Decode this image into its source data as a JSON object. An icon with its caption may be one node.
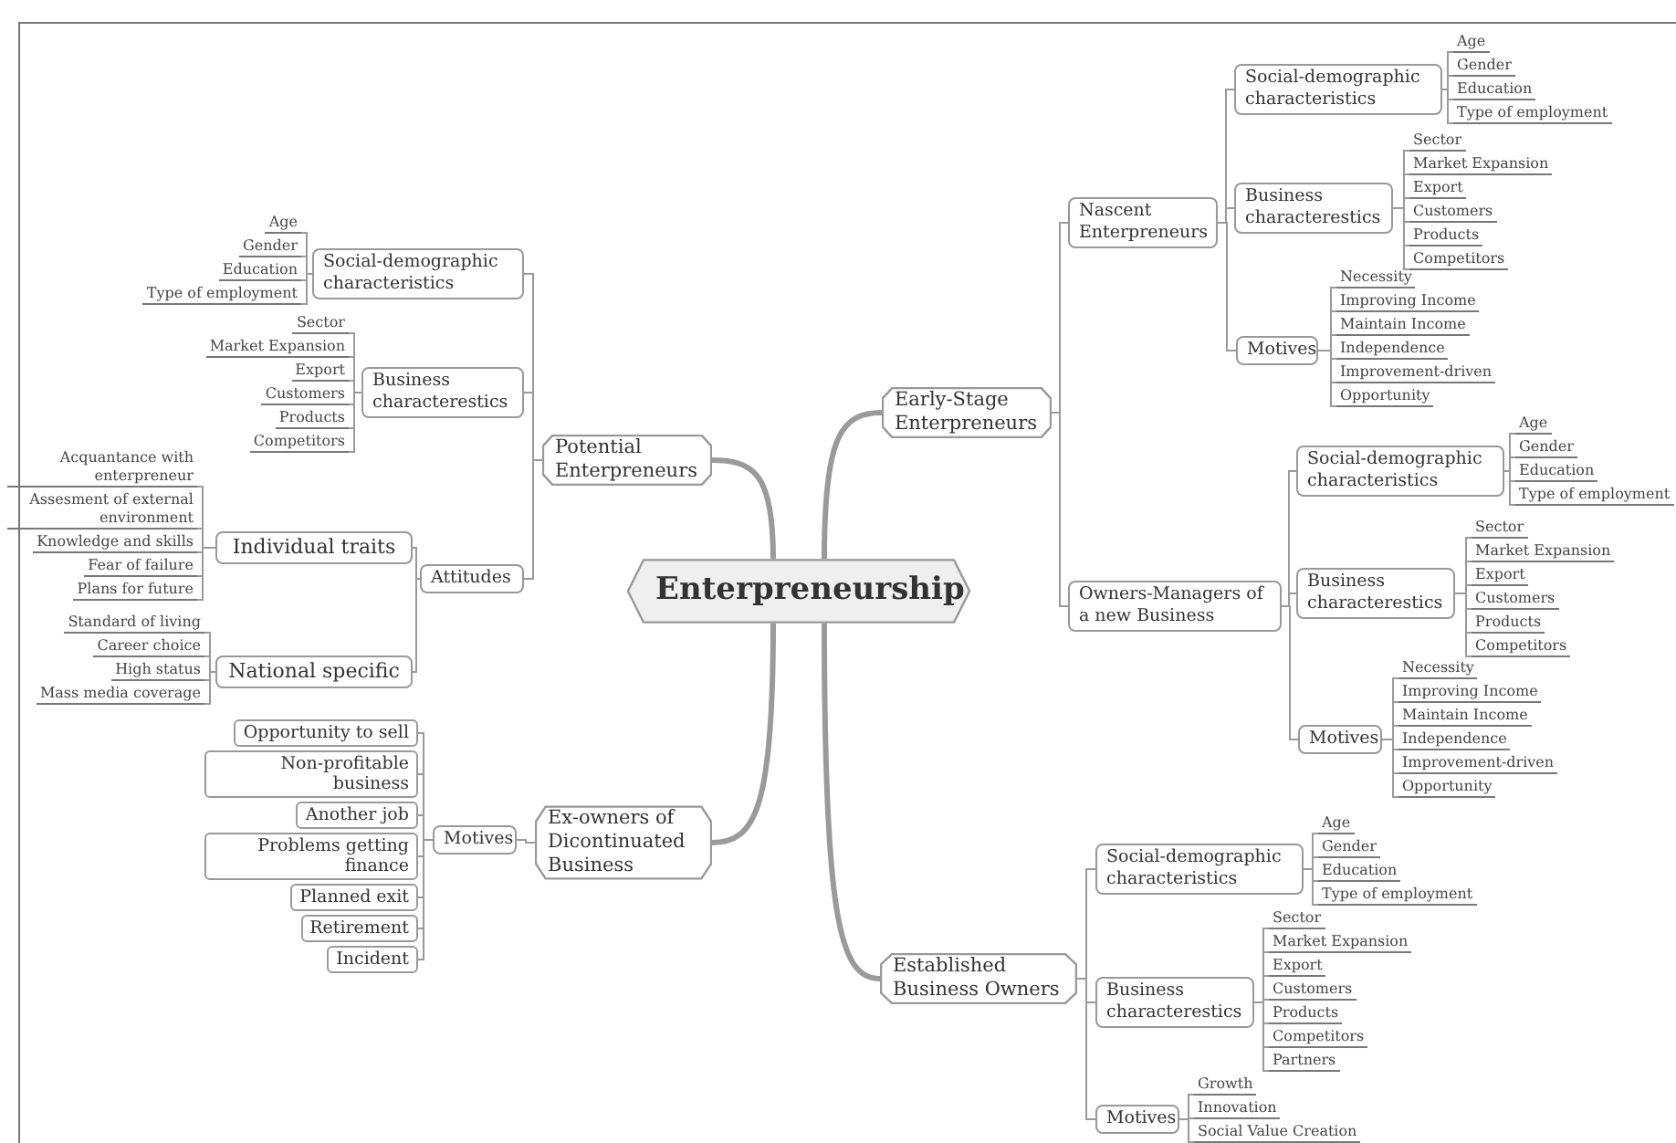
{
  "diagram": {
    "nodes": [
      {
        "text": [
          "Enterpreneurship"
        ]
      },
      {
        "text": [
          "Potential Enterpreneurs"
        ]
      },
      {
        "text": [
          "Social-demographic characteristics"
        ]
      },
      {
        "text": [
          "Age"
        ]
      },
      {
        "text": [
          "Gender"
        ]
      },
      {
        "text": [
          "Education"
        ]
      },
      {
        "text": [
          "Type of employment"
        ]
      },
      {
        "text": [
          "Business characterestics"
        ]
      },
      {
        "text": [
          "Sector"
        ]
      },
      {
        "text": [
          "Market Expansion"
        ]
      },
      {
        "text": [
          "Export"
        ]
      },
      {
        "text": [
          "Customers"
        ]
      },
      {
        "text": [
          "Products"
        ]
      },
      {
        "text": [
          "Competitors"
        ]
      },
      {
        "text": [
          "Attitudes"
        ]
      },
      {
        "text": [
          "Individual traits"
        ]
      },
      {
        "text": [
          "Acquantance with enterpreneur"
        ]
      },
      {
        "text": [
          "Assesment of external environment"
        ]
      },
      {
        "text": [
          "Knowledge and skills"
        ]
      },
      {
        "text": [
          "Fear of failure"
        ]
      },
      {
        "text": [
          "Plans for future"
        ]
      },
      {
        "text": [
          "National specific"
        ]
      },
      {
        "text": [
          "Standard of living"
        ]
      },
      {
        "text": [
          "Career choice"
        ]
      },
      {
        "text": [
          "High status"
        ]
      },
      {
        "text": [
          "Mass media coverage"
        ]
      },
      {
        "text": [
          "Ex-owners of Dicontinuated Business"
        ]
      },
      {
        "text": [
          "Motives"
        ]
      },
      {
        "text": [
          "Opportunity to sell"
        ]
      },
      {
        "text": [
          "Non-profitable business"
        ]
      },
      {
        "text": [
          "Another job"
        ]
      },
      {
        "text": [
          "Problems getting finance"
        ]
      },
      {
        "text": [
          "Planned exit"
        ]
      },
      {
        "text": [
          "Retirement"
        ]
      },
      {
        "text": [
          "Incident"
        ]
      },
      {
        "text": [
          "Early-Stage Enterpreneurs"
        ]
      },
      {
        "text": [
          "Nascent Enterpreneurs"
        ]
      },
      {
        "text": [
          "Social-demographic characteristics"
        ]
      },
      {
        "text": [
          "Age"
        ]
      },
      {
        "text": [
          "Gender"
        ]
      },
      {
        "text": [
          "Education"
        ]
      },
      {
        "text": [
          "Type of employment"
        ]
      },
      {
        "text": [
          "Business characterestics"
        ]
      },
      {
        "text": [
          "Sector"
        ]
      },
      {
        "text": [
          "Market Expansion"
        ]
      },
      {
        "text": [
          "Export"
        ]
      },
      {
        "text": [
          "Customers"
        ]
      },
      {
        "text": [
          "Products"
        ]
      },
      {
        "text": [
          "Competitors"
        ]
      },
      {
        "text": [
          "Motives"
        ]
      },
      {
        "text": [
          "Necessity"
        ]
      },
      {
        "text": [
          "Improving Income"
        ]
      },
      {
        "text": [
          "Maintain Income"
        ]
      },
      {
        "text": [
          "Independence"
        ]
      },
      {
        "text": [
          "Improvement-driven"
        ]
      },
      {
        "text": [
          "Opportunity"
        ]
      },
      {
        "text": [
          "Owners-Managers of a new Business"
        ]
      },
      {
        "text": [
          "Social-demographic characteristics"
        ]
      },
      {
        "text": [
          "Age"
        ]
      },
      {
        "text": [
          "Gender"
        ]
      },
      {
        "text": [
          "Education"
        ]
      },
      {
        "text": [
          "Type of employment"
        ]
      },
      {
        "text": [
          "Business characterestics"
        ]
      },
      {
        "text": [
          "Sector"
        ]
      },
      {
        "text": [
          "Market Expansion"
        ]
      },
      {
        "text": [
          "Export"
        ]
      },
      {
        "text": [
          "Customers"
        ]
      },
      {
        "text": [
          "Products"
        ]
      },
      {
        "text": [
          "Competitors"
        ]
      },
      {
        "text": [
          "Motives"
        ]
      },
      {
        "text": [
          "Necessity"
        ]
      },
      {
        "text": [
          "Improving Income"
        ]
      },
      {
        "text": [
          "Maintain Income"
        ]
      },
      {
        "text": [
          "Independence"
        ]
      },
      {
        "text": [
          "Improvement-driven"
        ]
      },
      {
        "text": [
          "Opportunity"
        ]
      },
      {
        "text": [
          "Established Business Owners"
        ]
      },
      {
        "text": [
          "Social-demographic characteristics"
        ]
      },
      {
        "text": [
          "Age"
        ]
      },
      {
        "text": [
          "Gender"
        ]
      },
      {
        "text": [
          "Education"
        ]
      },
      {
        "text": [
          "Type of employment"
        ]
      },
      {
        "text": [
          "Business characterestics"
        ]
      },
      {
        "text": [
          "Sector"
        ]
      },
      {
        "text": [
          "Market Expansion"
        ]
      },
      {
        "text": [
          "Export"
        ]
      },
      {
        "text": [
          "Customers"
        ]
      },
      {
        "text": [
          "Products"
        ]
      },
      {
        "text": [
          "Competitors"
        ]
      },
      {
        "text": [
          "Partners"
        ]
      },
      {
        "text": [
          "Motives"
        ]
      },
      {
        "text": [
          "Growth"
        ]
      },
      {
        "text": [
          "Innovation"
        ]
      },
      {
        "text": [
          "Social Value Creation"
        ]
      }
    ],
    "edges": [
      {
        "from": 0,
        "to": 1,
        "arrow": "none",
        "style": "thick"
      },
      {
        "from": 1,
        "to": 2,
        "arrow": "none"
      },
      {
        "from": 2,
        "to": 3,
        "arrow": "none"
      },
      {
        "from": 2,
        "to": 4,
        "arrow": "none"
      },
      {
        "from": 2,
        "to": 5,
        "arrow": "none"
      },
      {
        "from": 2,
        "to": 6,
        "arrow": "none"
      },
      {
        "from": 1,
        "to": 7,
        "arrow": "none"
      },
      {
        "from": 7,
        "to": 8,
        "arrow": "none"
      },
      {
        "from": 7,
        "to": 9,
        "arrow": "none"
      },
      {
        "from": 7,
        "to": 10,
        "arrow": "none"
      },
      {
        "from": 7,
        "to": 11,
        "arrow": "none"
      },
      {
        "from": 7,
        "to": 12,
        "arrow": "none"
      },
      {
        "from": 7,
        "to": 13,
        "arrow": "none"
      },
      {
        "from": 1,
        "to": 14,
        "arrow": "none"
      },
      {
        "from": 14,
        "to": 15,
        "arrow": "none"
      },
      {
        "from": 15,
        "to": 16,
        "arrow": "none"
      },
      {
        "from": 15,
        "to": 17,
        "arrow": "none"
      },
      {
        "from": 15,
        "to": 18,
        "arrow": "none"
      },
      {
        "from": 15,
        "to": 19,
        "arrow": "none"
      },
      {
        "from": 15,
        "to": 20,
        "arrow": "none"
      },
      {
        "from": 14,
        "to": 21,
        "arrow": "none"
      },
      {
        "from": 21,
        "to": 22,
        "arrow": "none"
      },
      {
        "from": 21,
        "to": 23,
        "arrow": "none"
      },
      {
        "from": 21,
        "to": 24,
        "arrow": "none"
      },
      {
        "from": 21,
        "to": 25,
        "arrow": "none"
      },
      {
        "from": 0,
        "to": 26,
        "arrow": "none",
        "style": "thick"
      },
      {
        "from": 26,
        "to": 27,
        "arrow": "none"
      },
      {
        "from": 27,
        "to": 28,
        "arrow": "none"
      },
      {
        "from": 27,
        "to": 29,
        "arrow": "none"
      },
      {
        "from": 27,
        "to": 30,
        "arrow": "none"
      },
      {
        "from": 27,
        "to": 31,
        "arrow": "none"
      },
      {
        "from": 27,
        "to": 32,
        "arrow": "none"
      },
      {
        "from": 27,
        "to": 33,
        "arrow": "none"
      },
      {
        "from": 27,
        "to": 34,
        "arrow": "none"
      },
      {
        "from": 0,
        "to": 35,
        "arrow": "none",
        "style": "thick"
      },
      {
        "from": 35,
        "to": 36,
        "arrow": "none"
      },
      {
        "from": 36,
        "to": 37,
        "arrow": "none"
      },
      {
        "from": 37,
        "to": 38,
        "arrow": "none"
      },
      {
        "from": 37,
        "to": 39,
        "arrow": "none"
      },
      {
        "from": 37,
        "to": 40,
        "arrow": "none"
      },
      {
        "from": 37,
        "to": 41,
        "arrow": "none"
      },
      {
        "from": 36,
        "to": 42,
        "arrow": "none"
      },
      {
        "from": 42,
        "to": 43,
        "arrow": "none"
      },
      {
        "from": 42,
        "to": 44,
        "arrow": "none"
      },
      {
        "from": 42,
        "to": 45,
        "arrow": "none"
      },
      {
        "from": 42,
        "to": 46,
        "arrow": "none"
      },
      {
        "from": 42,
        "to": 47,
        "arrow": "none"
      },
      {
        "from": 42,
        "to": 48,
        "arrow": "none"
      },
      {
        "from": 36,
        "to": 49,
        "arrow": "none"
      },
      {
        "from": 49,
        "to": 50,
        "arrow": "none"
      },
      {
        "from": 49,
        "to": 51,
        "arrow": "none"
      },
      {
        "from": 49,
        "to": 52,
        "arrow": "none"
      },
      {
        "from": 49,
        "to": 53,
        "arrow": "none"
      },
      {
        "from": 49,
        "to": 54,
        "arrow": "none"
      },
      {
        "from": 49,
        "to": 55,
        "arrow": "none"
      },
      {
        "from": 35,
        "to": 56,
        "arrow": "none"
      },
      {
        "from": 56,
        "to": 57,
        "arrow": "none"
      },
      {
        "from": 57,
        "to": 58,
        "arrow": "none"
      },
      {
        "from": 57,
        "to": 59,
        "arrow": "none"
      },
      {
        "from": 57,
        "to": 60,
        "arrow": "none"
      },
      {
        "from": 57,
        "to": 61,
        "arrow": "none"
      },
      {
        "from": 56,
        "to": 62,
        "arrow": "none"
      },
      {
        "from": 62,
        "to": 63,
        "arrow": "none"
      },
      {
        "from": 62,
        "to": 64,
        "arrow": "none"
      },
      {
        "from": 62,
        "to": 65,
        "arrow": "none"
      },
      {
        "from": 62,
        "to": 66,
        "arrow": "none"
      },
      {
        "from": 62,
        "to": 67,
        "arrow": "none"
      },
      {
        "from": 62,
        "to": 68,
        "arrow": "none"
      },
      {
        "from": 56,
        "to": 69,
        "arrow": "none"
      },
      {
        "from": 69,
        "to": 70,
        "arrow": "none"
      },
      {
        "from": 69,
        "to": 71,
        "arrow": "none"
      },
      {
        "from": 69,
        "to": 72,
        "arrow": "none"
      },
      {
        "from": 69,
        "to": 73,
        "arrow": "none"
      },
      {
        "from": 69,
        "to": 74,
        "arrow": "none"
      },
      {
        "from": 69,
        "to": 75,
        "arrow": "none"
      },
      {
        "from": 0,
        "to": 76,
        "arrow": "none",
        "style": "thick"
      },
      {
        "from": 76,
        "to": 77,
        "arrow": "none"
      },
      {
        "from": 77,
        "to": 78,
        "arrow": "none"
      },
      {
        "from": 77,
        "to": 79,
        "arrow": "none"
      },
      {
        "from": 77,
        "to": 80,
        "arrow": "none"
      },
      {
        "from": 77,
        "to": 81,
        "arrow": "none"
      },
      {
        "from": 76,
        "to": 82,
        "arrow": "none"
      },
      {
        "from": 82,
        "to": 83,
        "arrow": "none"
      },
      {
        "from": 82,
        "to": 84,
        "arrow": "none"
      },
      {
        "from": 82,
        "to": 85,
        "arrow": "none"
      },
      {
        "from": 82,
        "to": 86,
        "arrow": "none"
      },
      {
        "from": 82,
        "to": 87,
        "arrow": "none"
      },
      {
        "from": 82,
        "to": 88,
        "arrow": "none"
      },
      {
        "from": 82,
        "to": 89,
        "arrow": "none"
      },
      {
        "from": 76,
        "to": 90,
        "arrow": "none"
      },
      {
        "from": 90,
        "to": 91,
        "arrow": "none"
      },
      {
        "from": 90,
        "to": 92,
        "arrow": "none"
      },
      {
        "from": 90,
        "to": 93,
        "arrow": "none"
      }
    ]
  }
}
